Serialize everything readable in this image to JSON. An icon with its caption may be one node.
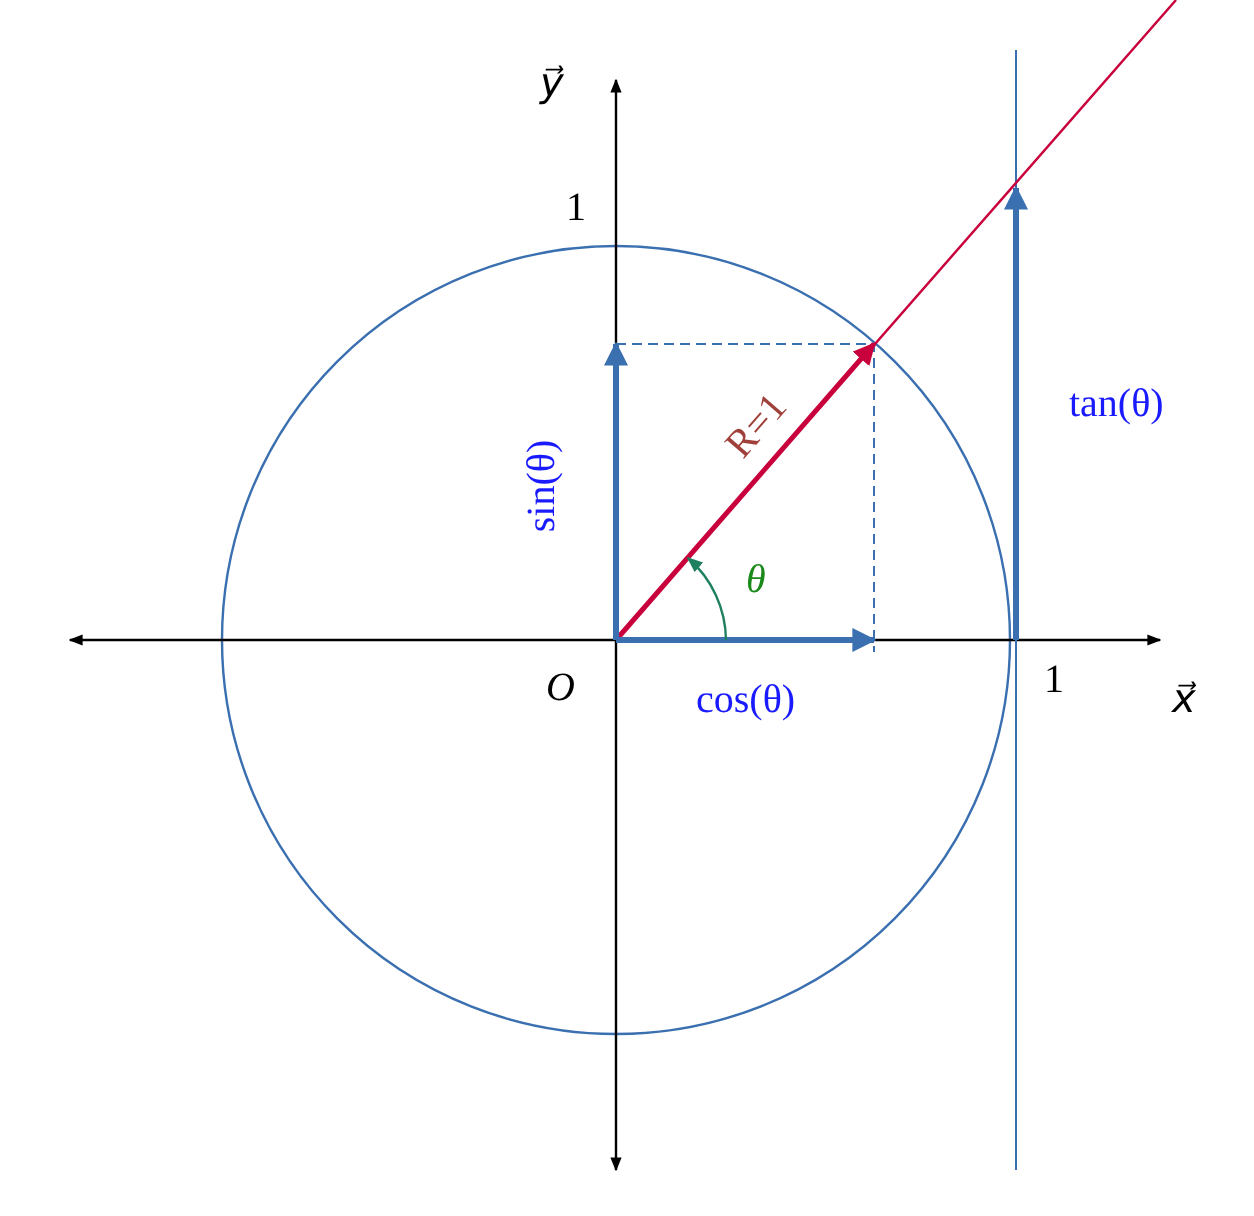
{
  "diagram": {
    "labels": [
      "y⃗",
      "1",
      "R=1",
      "sin(θ)",
      "tan(θ)",
      "θ",
      "O",
      "cos(θ)",
      "1",
      "x⃗"
    ]
  }
}
